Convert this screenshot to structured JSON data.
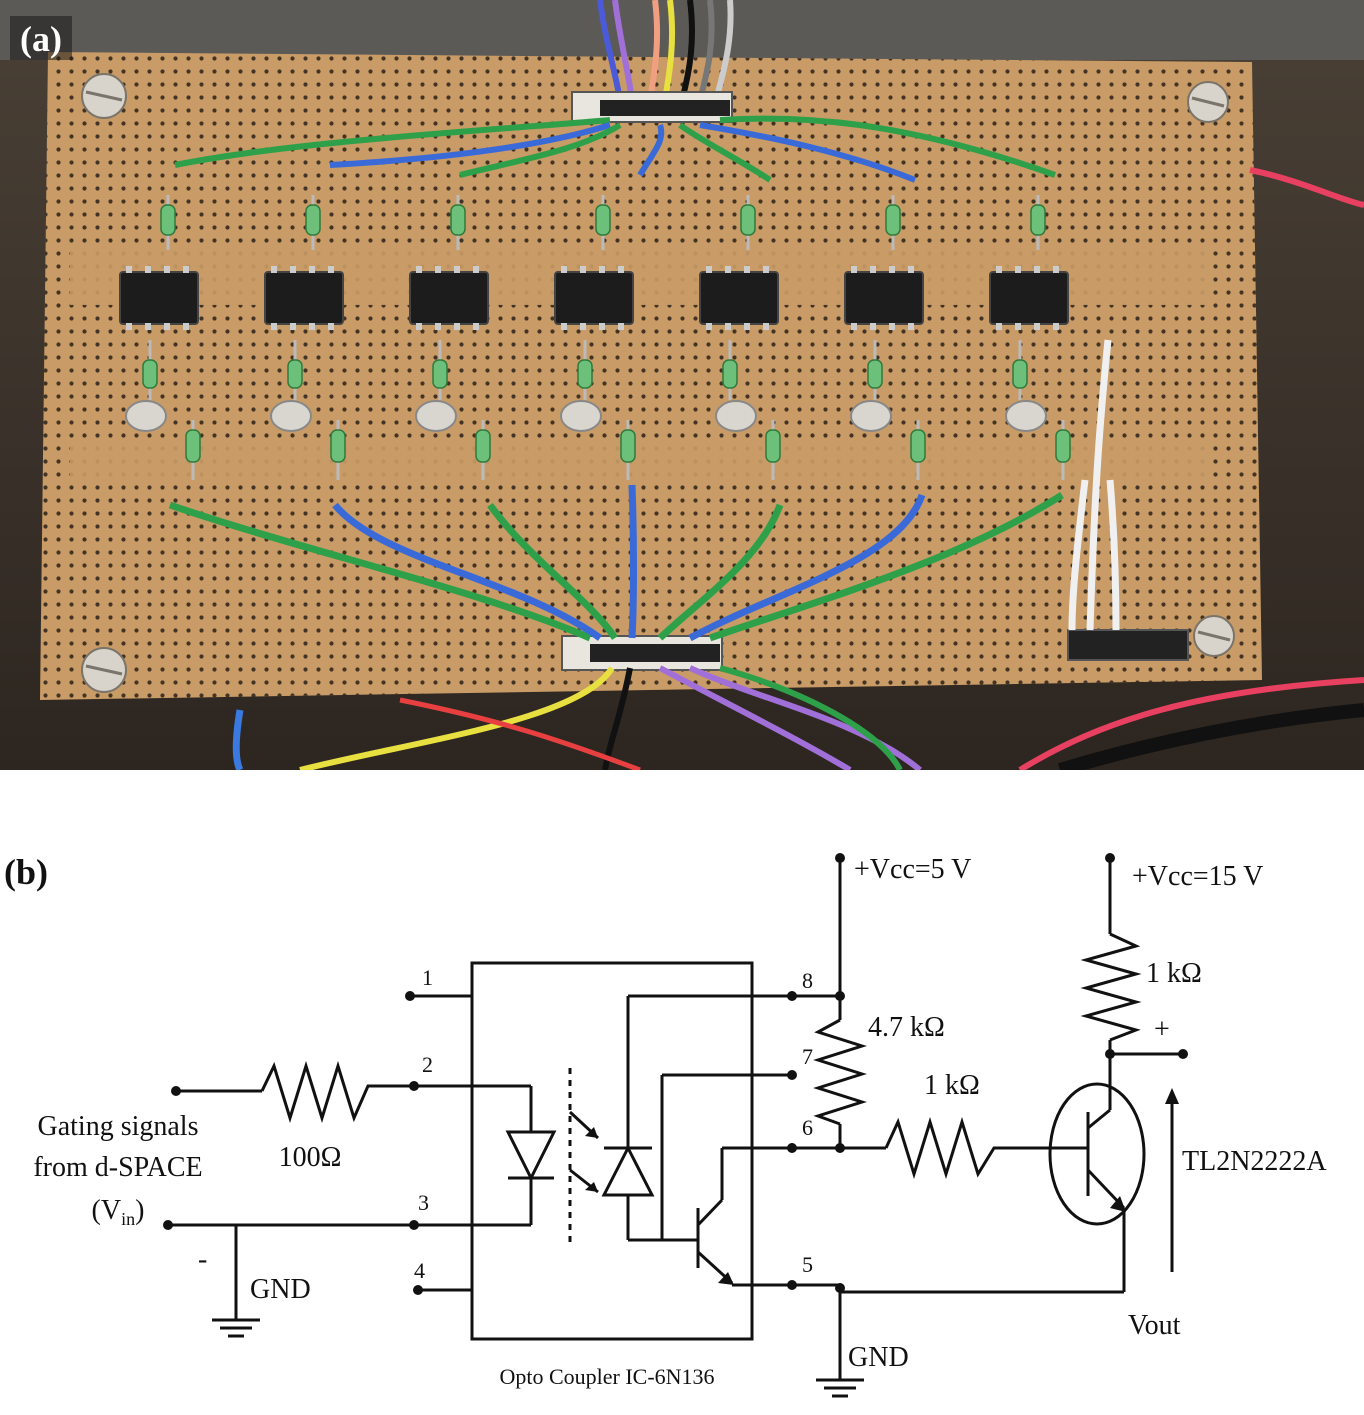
{
  "panel_a": {
    "label": "(a)",
    "opto_chip_count": 7
  },
  "panel_b": {
    "label": "(b)",
    "vcc5": "+Vcc=5 V",
    "vcc15": "+Vcc=15 V",
    "r_input": "100Ω",
    "r_pullup": "4.7 kΩ",
    "r_base": "1 kΩ",
    "r_collector": "1 kΩ",
    "input_label": [
      "Gating signals",
      "from d-SPACE"
    ],
    "vin_base": "(V",
    "vin_sub": "in",
    "vin_close": ")",
    "minus": "-",
    "plus": "+",
    "gnd_left": "GND",
    "gnd_right": "GND",
    "pins": [
      "1",
      "2",
      "3",
      "4",
      "5",
      "6",
      "7",
      "8"
    ],
    "ic_label": "Opto  Coupler IC-6N136",
    "transistor": "TL2N2222A",
    "vout": "Vout"
  }
}
